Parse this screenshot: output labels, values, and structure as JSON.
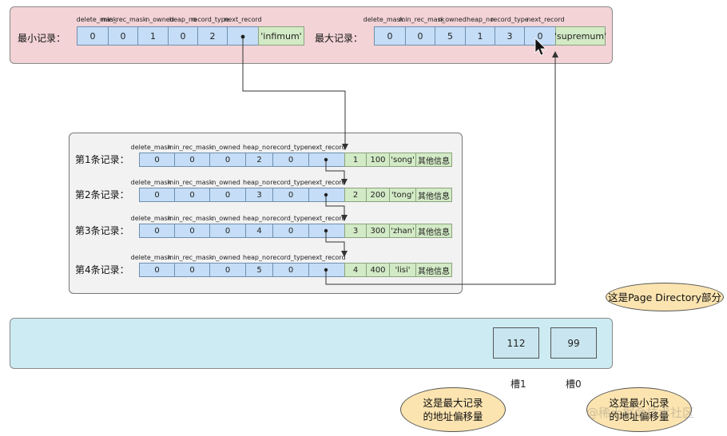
{
  "header_fields": [
    "delete_mask",
    "min_rec_mask",
    "n_owned",
    "heap_no",
    "record_type",
    "next_record"
  ],
  "infimum": {
    "label": "最小记录：",
    "values": [
      "0",
      "0",
      "1",
      "0",
      "2"
    ],
    "name": "'infimum'"
  },
  "supremum": {
    "label": "最大记录：",
    "values": [
      "0",
      "0",
      "5",
      "1",
      "3"
    ],
    "next": "0",
    "name": "'supremum'"
  },
  "records": [
    {
      "label": "第1条记录：",
      "values": [
        "0",
        "0",
        "0",
        "2",
        "0"
      ],
      "id": "1",
      "num": "100",
      "text": "'song'",
      "other": "其他信息"
    },
    {
      "label": "第2条记录：",
      "values": [
        "0",
        "0",
        "0",
        "3",
        "0"
      ],
      "id": "2",
      "num": "200",
      "text": "'tong'",
      "other": "其他信息"
    },
    {
      "label": "第3条记录：",
      "values": [
        "0",
        "0",
        "0",
        "4",
        "0"
      ],
      "id": "3",
      "num": "300",
      "text": "'zhan'",
      "other": "其他信息"
    },
    {
      "label": "第4条记录：",
      "values": [
        "0",
        "0",
        "0",
        "5",
        "0"
      ],
      "id": "4",
      "num": "400",
      "text": "'lisi'",
      "other": "其他信息"
    }
  ],
  "page_directory": {
    "slots": [
      "112",
      "99"
    ],
    "slot_labels": [
      "槽1",
      "槽0"
    ]
  },
  "callouts": {
    "page_directory": "这是Page Directory部分",
    "max_offset": [
      "这是最大记录",
      "的地址偏移量"
    ],
    "min_offset": [
      "这是最小记录",
      "的地址偏移量"
    ]
  },
  "watermark": "@稀土掘金技术社区",
  "colors": {
    "pink": "#f3d3d6",
    "blue_cell": "#c5ddf6",
    "green_cell": "#d3eac6",
    "slot": "#c9e6f0",
    "bubble": "#fce4b0"
  }
}
